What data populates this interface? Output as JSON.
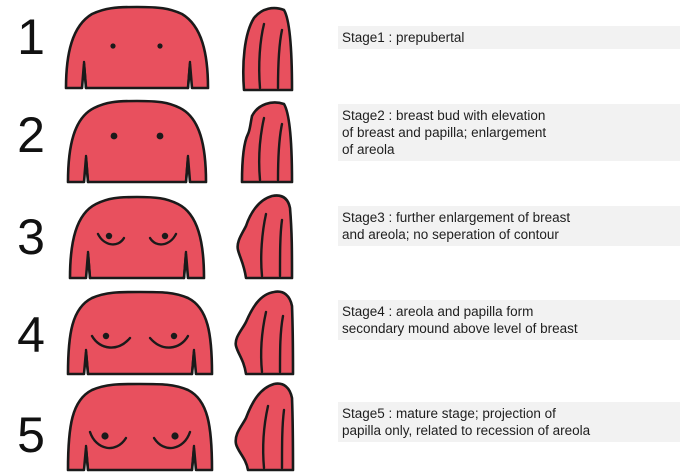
{
  "colors": {
    "skin": "#e8505e",
    "outline": "#1a1a1a",
    "text_background": "#f2f2f2"
  },
  "stages": [
    {
      "number": "1",
      "description": "Stage1 : prepubertal"
    },
    {
      "number": "2",
      "description": "Stage2 : breast  bud with elevation\nof breast and papilla; enlargement\nof areola"
    },
    {
      "number": "3",
      "description": "Stage3 : further enlargement of breast\nand areola; no seperation of contour"
    },
    {
      "number": "4",
      "description": "Stage4 : areola and papilla form\nsecondary mound above level of breast"
    },
    {
      "number": "5",
      "description": "Stage5 : mature stage; projection of\npapilla only, related to recession of areola"
    }
  ]
}
